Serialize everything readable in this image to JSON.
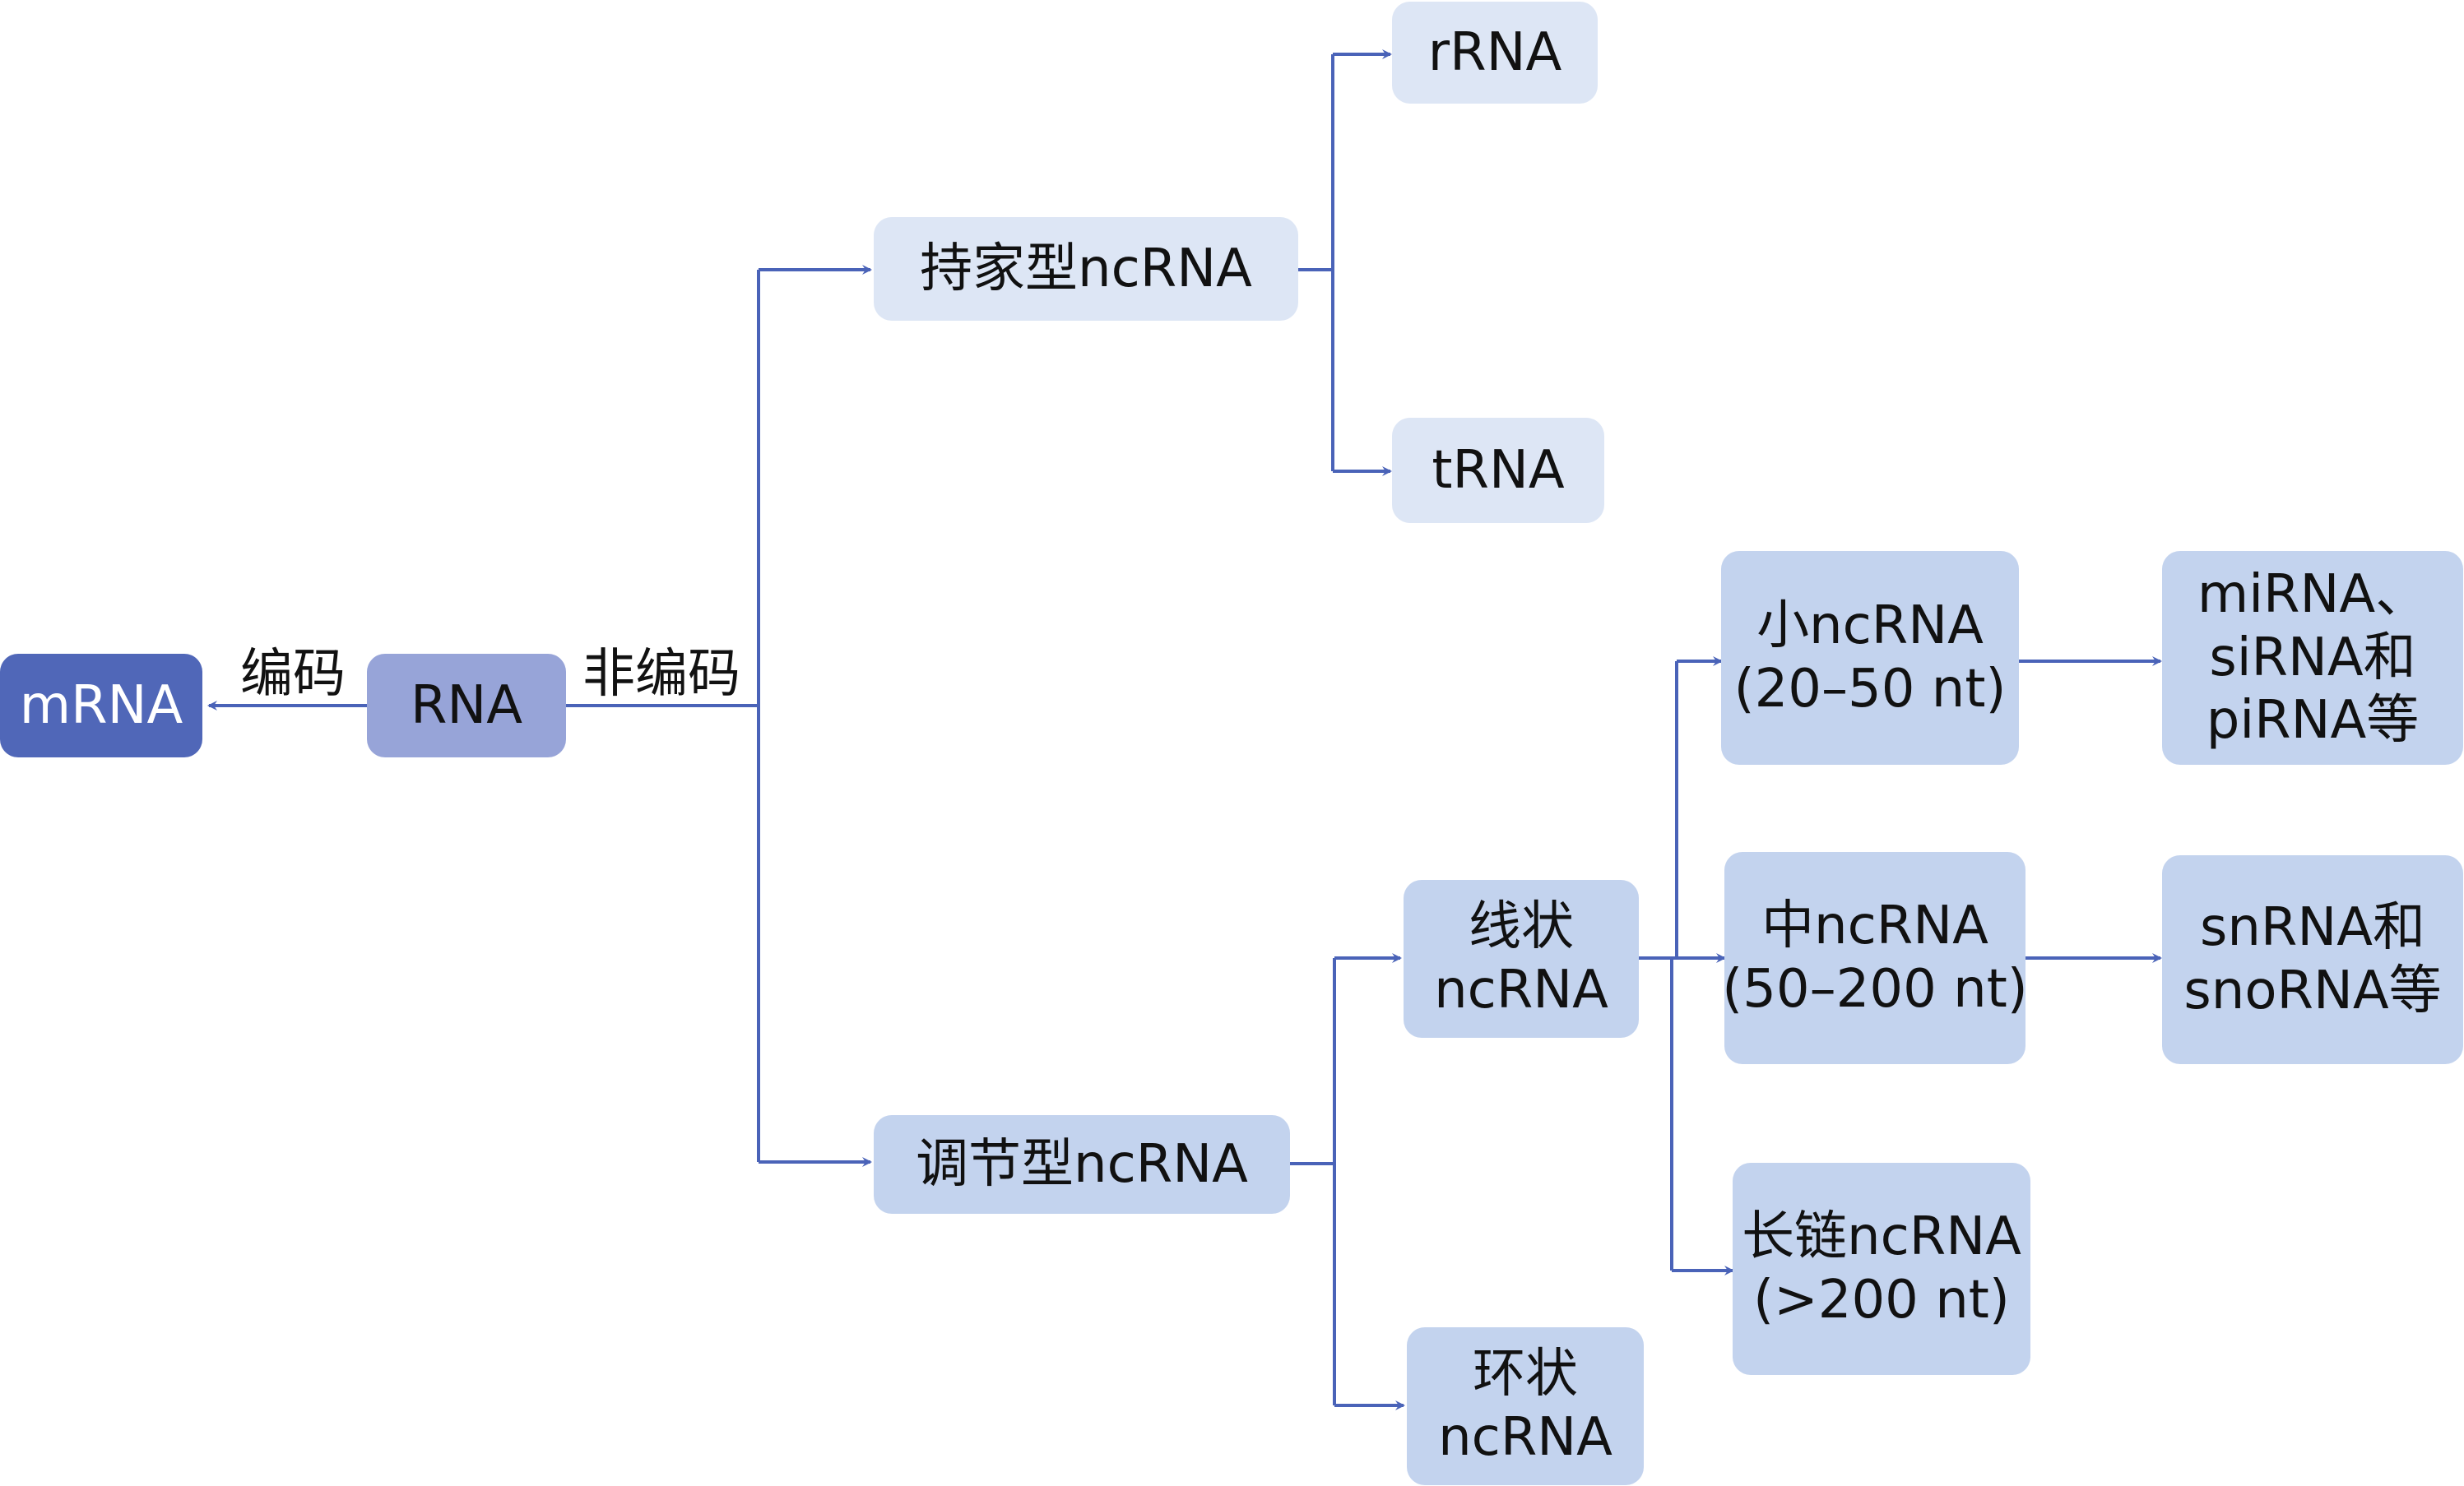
{
  "colors": {
    "line": "#4a63b8",
    "mrna_fill": "#5067b8",
    "rna_fill": "#97a4d8",
    "light_fill": "#dde6f5",
    "mid_fill": "#c3d3ee",
    "text": "#111111",
    "mrna_text": "#ffffff"
  },
  "nodes": {
    "mrna": {
      "label": "mRNA"
    },
    "rna": {
      "label": "RNA"
    },
    "housekeeping": {
      "label": "持家型ncRNA"
    },
    "rrna": {
      "label": "rRNA"
    },
    "trna": {
      "label": "tRNA"
    },
    "regulatory": {
      "label": "调节型ncRNA"
    },
    "linear": {
      "line1": "线状",
      "line2": "ncRNA"
    },
    "circular": {
      "line1": "环状",
      "line2": "ncRNA"
    },
    "small": {
      "line1": "小ncRNA",
      "line2": "(20–50 nt)"
    },
    "medium": {
      "line1": "中ncRNA",
      "line2": "(50–200 nt)"
    },
    "long": {
      "line1": "长链ncRNA",
      "line2": "(>200 nt)"
    },
    "small_examples": {
      "line1": "miRNA、",
      "line2": "siRNA和",
      "line3": "piRNA等"
    },
    "medium_examples": {
      "line1": "snRNA和",
      "line2": "snoRNA等"
    }
  },
  "edge_labels": {
    "coding": "编码",
    "noncoding": "非编码"
  }
}
